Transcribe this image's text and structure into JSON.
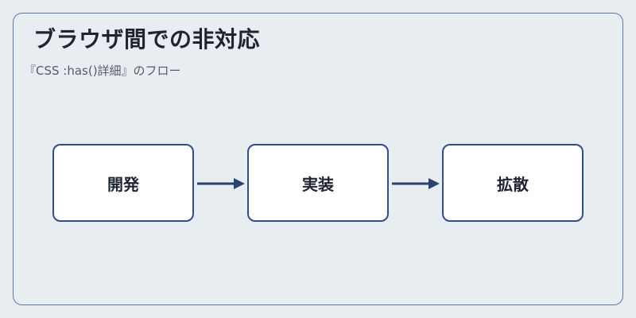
{
  "diagram": {
    "title": "ブラウザ間での非対応",
    "subtitle": "『CSS :has()詳細』のフロー",
    "nodes": [
      {
        "label": "開発"
      },
      {
        "label": "実装"
      },
      {
        "label": "拡散"
      }
    ],
    "colors": {
      "background": "#e8edf2",
      "border": "#2f4f86",
      "node_fill": "#ffffff",
      "arrow": "#2b4273",
      "text": "#1f2430"
    }
  }
}
